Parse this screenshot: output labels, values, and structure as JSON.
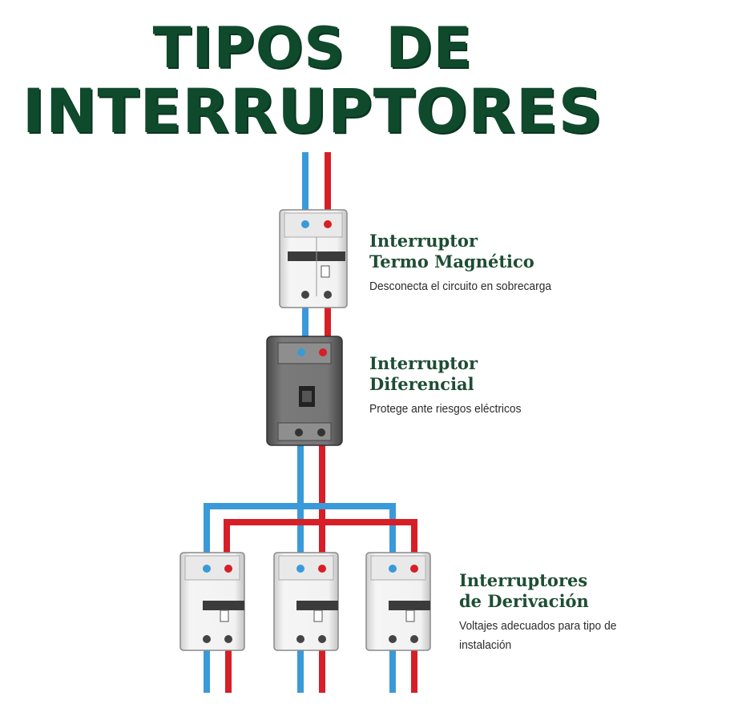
{
  "title": {
    "line1": "TIPOS  DE",
    "line2": "INTERRUPTORES"
  },
  "colors": {
    "title": "#0f4a2c",
    "neutral_wire": "#3a9ad9",
    "phase_wire": "#d61f26",
    "breaker_body": "#f0f0f0",
    "rcd_body": "#6b6b6b"
  },
  "devices": [
    {
      "name_line1": "Interruptor",
      "name_line2": "Termo Magnético",
      "description": "Desconecta el circuito en sobrecarga",
      "icon": "two-pole-breaker-icon"
    },
    {
      "name_line1": "Interruptor",
      "name_line2": "Diferencial",
      "description": "Protege ante riesgos eléctricos",
      "icon": "rcd-icon"
    },
    {
      "name_line1": "Interruptores",
      "name_line2": "de Derivación",
      "description_line1": "Voltajes adecuados para tipo de",
      "description_line2": "instalación",
      "icon": "branch-breaker-icon"
    }
  ]
}
